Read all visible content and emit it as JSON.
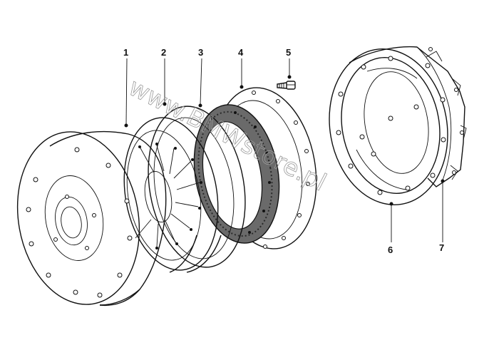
{
  "diagram": {
    "parts": [
      {
        "label": "1",
        "name": "clutch-pressure-plate"
      },
      {
        "label": "2",
        "name": "clutch-disc-ring"
      },
      {
        "label": "3",
        "name": "friction-disc"
      },
      {
        "label": "4",
        "name": "flywheel-plate"
      },
      {
        "label": "5",
        "name": "bolt"
      },
      {
        "label": "6",
        "name": "housing-gasket"
      },
      {
        "label": "7",
        "name": "bell-housing"
      }
    ],
    "watermark": "www.BMWstore.pl"
  }
}
